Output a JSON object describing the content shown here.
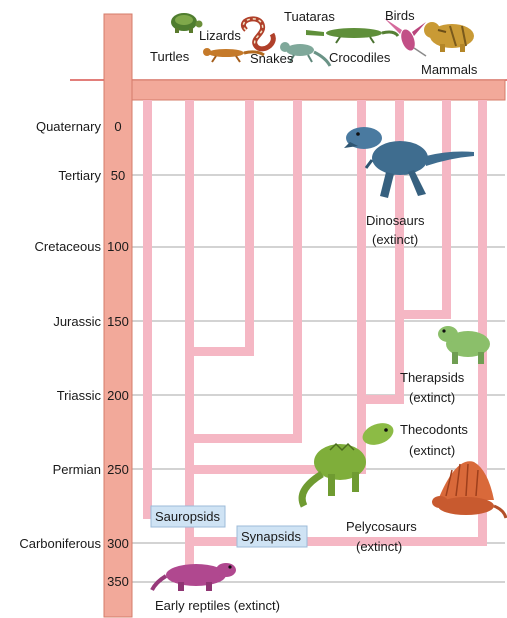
{
  "timescale": {
    "periods": [
      "Quaternary",
      "Tertiary",
      "Cretaceous",
      "Jurassic",
      "Triassic",
      "Permian",
      "Carboniferous"
    ],
    "ticks": [
      "0",
      "50",
      "100",
      "150",
      "200",
      "250",
      "300",
      "350"
    ]
  },
  "groups": {
    "turtles": "Turtles",
    "lizards": "Lizards",
    "snakes": "Snakes",
    "tuataras": "Tuataras",
    "crocodiles": "Crocodiles",
    "birds": "Birds",
    "mammals": "Mammals"
  },
  "annotations": {
    "dinosaurs_name": "Dinosaurs",
    "dinosaurs_status": "(extinct)",
    "therapsids_name": "Therapsids",
    "therapsids_status": "(extinct)",
    "thecodonts_name": "Thecodonts",
    "thecodonts_status": "(extinct)",
    "pelycosaurs_name": "Pelycosaurs",
    "pelycosaurs_status": "(extinct)",
    "early_reptiles": "Early reptiles (extinct)"
  },
  "labels": {
    "sauropsids": "Sauropsids",
    "synapsids": "Synapsids"
  },
  "colors": {
    "axis_bar": "#f2a99a",
    "branch": "#f5b7c4",
    "label_chip": "#cfe3f4"
  },
  "icons": [
    "turtle-icon",
    "lizard-icon",
    "snake-icon",
    "tuatara-icon",
    "crocodile-icon",
    "bird-icon",
    "mammal-icon",
    "dinosaur-icon",
    "therapsid-icon",
    "thecodont-icon",
    "pelycosaur-icon",
    "early-reptile-icon"
  ]
}
